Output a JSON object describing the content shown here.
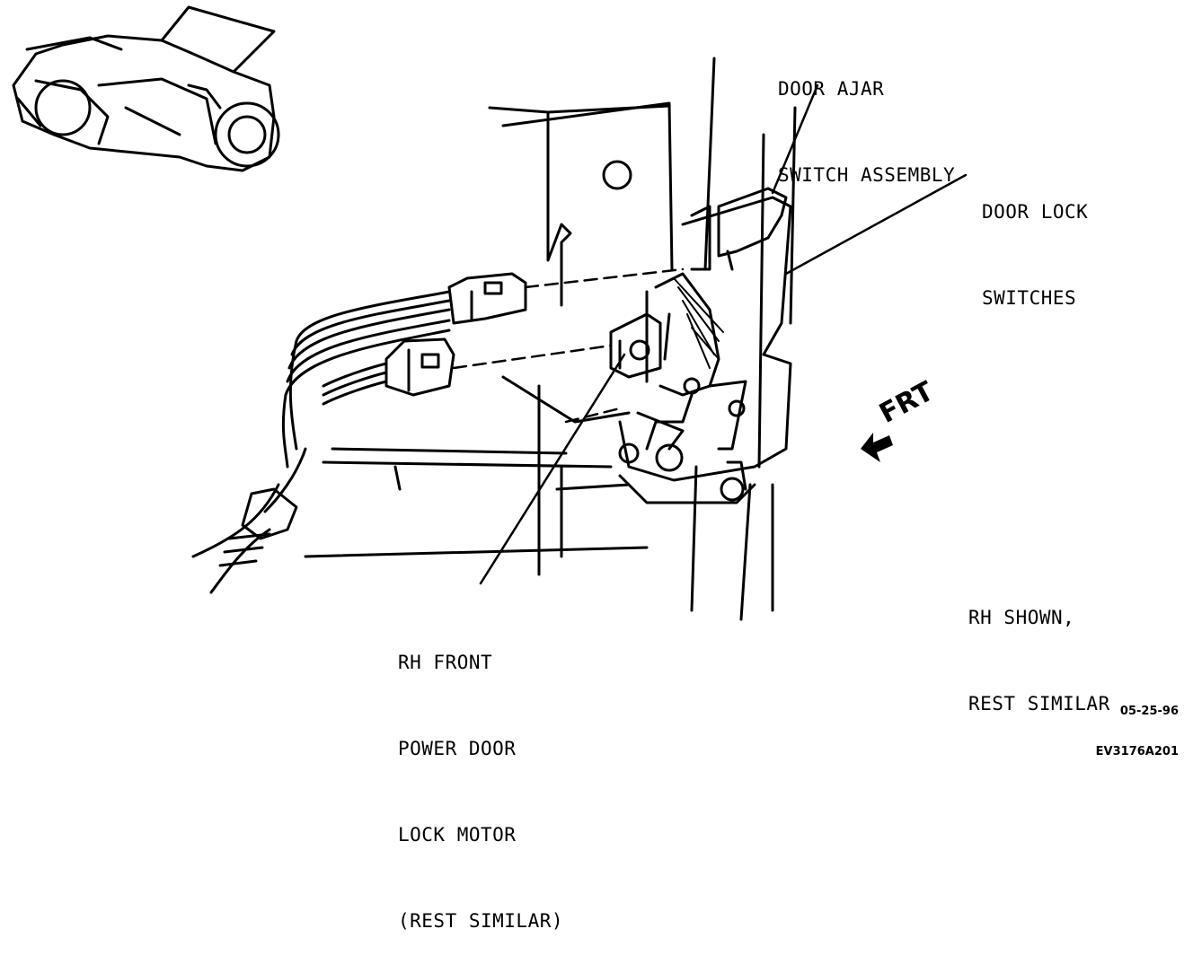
{
  "labels": {
    "door_ajar": [
      "DOOR AJAR",
      "SWITCH ASSEMBLY"
    ],
    "door_lock_switches": [
      "DOOR LOCK",
      "SWITCHES"
    ],
    "rh_front_motor": [
      "RH FRONT",
      "POWER DOOR",
      "LOCK MOTOR",
      "(REST SIMILAR)"
    ],
    "rh_shown": [
      "RH SHOWN,",
      "REST SIMILAR"
    ]
  },
  "direction_marker": "FRT",
  "stamp": [
    "05-25-96",
    "EV3176A201"
  ]
}
